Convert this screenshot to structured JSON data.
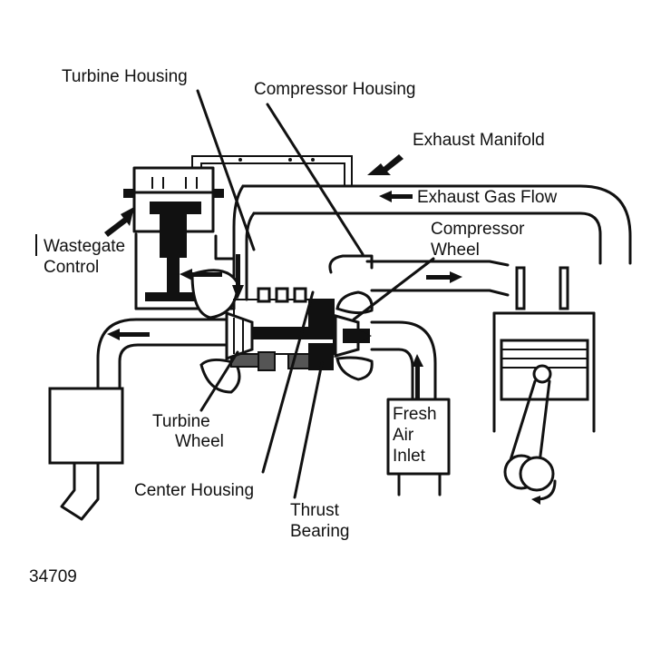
{
  "labels": {
    "turbine_housing": "Turbine Housing",
    "compressor_housing": "Compressor Housing",
    "exhaust_manifold": "Exhaust Manifold",
    "exhaust_gas_flow": "Exhaust Gas Flow",
    "compressor_wheel_1": "Compressor",
    "compressor_wheel_2": "Wheel",
    "wastegate_control_1": "Wastegate",
    "wastegate_control_2": "Control",
    "turbine_wheel_1": "Turbine",
    "turbine_wheel_2": "Wheel",
    "fresh_air_inlet_1": "Fresh",
    "fresh_air_inlet_2": "Air",
    "fresh_air_inlet_3": "Inlet",
    "center_housing": "Center Housing",
    "thrust_bearing_1": "Thrust",
    "thrust_bearing_2": "Bearing"
  },
  "figure_number": "34709"
}
